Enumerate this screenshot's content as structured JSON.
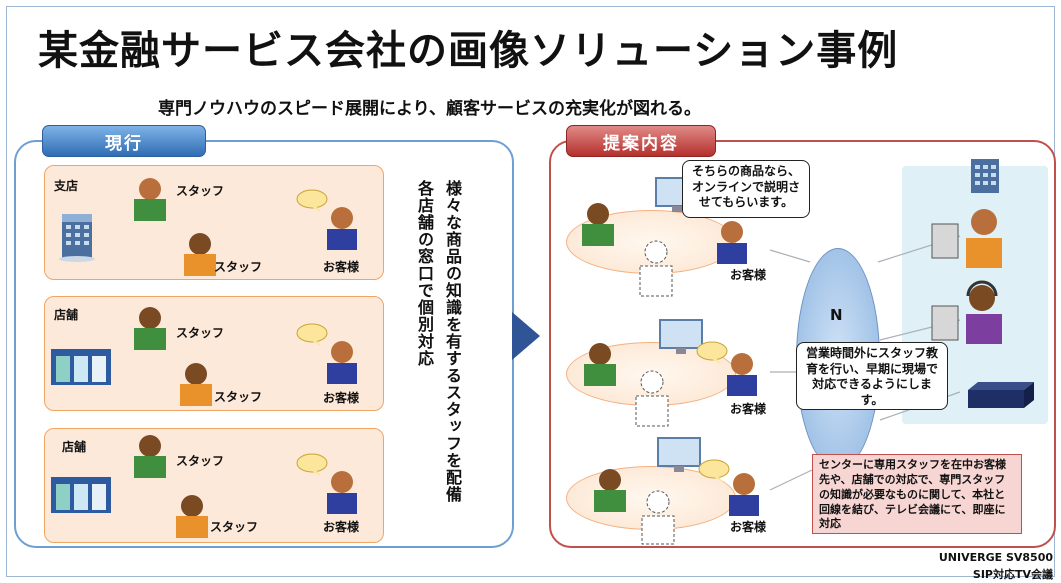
{
  "title": "某金融サービス会社の画像ソリューション事例",
  "subtitle": "専門ノウハウのスピード展開により、顧客サービスの充実化が図れる。",
  "current": {
    "tab": "現行",
    "branches": [
      {
        "name": "支店",
        "staff1": "スタッフ",
        "staff2": "スタッフ",
        "customer": "お客様"
      },
      {
        "name": "店舗",
        "staff1": "スタッフ",
        "staff2": "スタッフ",
        "customer": "お客様"
      },
      {
        "name": "店舗",
        "staff1": "スタッフ",
        "staff2": "スタッフ",
        "customer": "お客様"
      }
    ],
    "vertical_text_1": "様々な商品の知識を有するスタッフを配備",
    "vertical_text_2": "各店舗の窓口で個別対応"
  },
  "proposal": {
    "tab": "提案内容",
    "bubble_top": "そちらの商品なら、オンラインで説明させてもらいます。",
    "customer1": "お客様",
    "customer2": "お客様",
    "customer3": "お客様",
    "network_label": "N",
    "bubble_center": "営業時間外にスタッフ教育を行い、早期に現場で対応できるようにします。",
    "red_note": "センターに専用スタッフを在中お客様先や、店舗での対応で、専門スタッフの知識が必要なものに関して、本社と回線を結び、テレビ会議にて、即座に対応"
  },
  "footer": {
    "line1": "UNIVERGE SV8500",
    "line2": "SIP対応TV会議"
  },
  "colors": {
    "blue_panel": "#6f9fd1",
    "red_panel": "#c0504d",
    "branch_fill": "#fde9d9",
    "arrow": "#2f5597"
  }
}
